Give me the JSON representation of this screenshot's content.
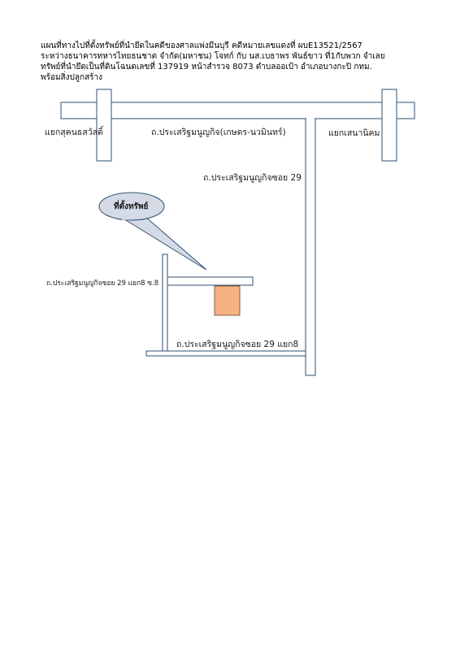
{
  "header": {
    "line1": "แผนที่ทางไปที่ตั้งทรัพย์ที่นำยึดในคดีของศาลแพ่งมีนบุรี คดีหมายเลขแดงที่ ผบE13521/2567",
    "line2": "ระหว่างธนาคารทหารไทยธนชาต จำกัด(มหาชน) โจทก์ กับ นส.เบธาพร พันธ์ขาว ที่1กับพวก จำเลย",
    "line3": "ทรัพย์ที่นำยึดเป็นที่ดินโฉนดเลขที่ 137919 หน้าสำรวจ 8073 ตำบลออเป้า อำเภอบางกะปิ กทม.",
    "line4": "พร้อมสิ่งปลูกสร้าง"
  },
  "map": {
    "left_intersection": "แยกสุคนธสวัสดิ์",
    "main_road": "ถ.ประเสริฐมนูญกิจ(เกษตร-นวมินทร์)",
    "right_intersection": "แยกเสนานิคม",
    "soi29": "ถ.ประเสริฐมนูญกิจซอย 29",
    "callout": "ที่ตั้งทรัพย์",
    "soi29_yaek8_so8": "ถ.ประเสริฐมนูญกิจซอย 29 แยก8 ซ.8",
    "soi29_yaek8": "ถ.ประเสริฐมนูญกิจซอย 29 แยก8"
  },
  "colors": {
    "road_stroke": "#2f4f6f",
    "callout_fill": "#d4dbe6",
    "property_fill": "#f4b183",
    "property_stroke": "#8a5a3a"
  }
}
